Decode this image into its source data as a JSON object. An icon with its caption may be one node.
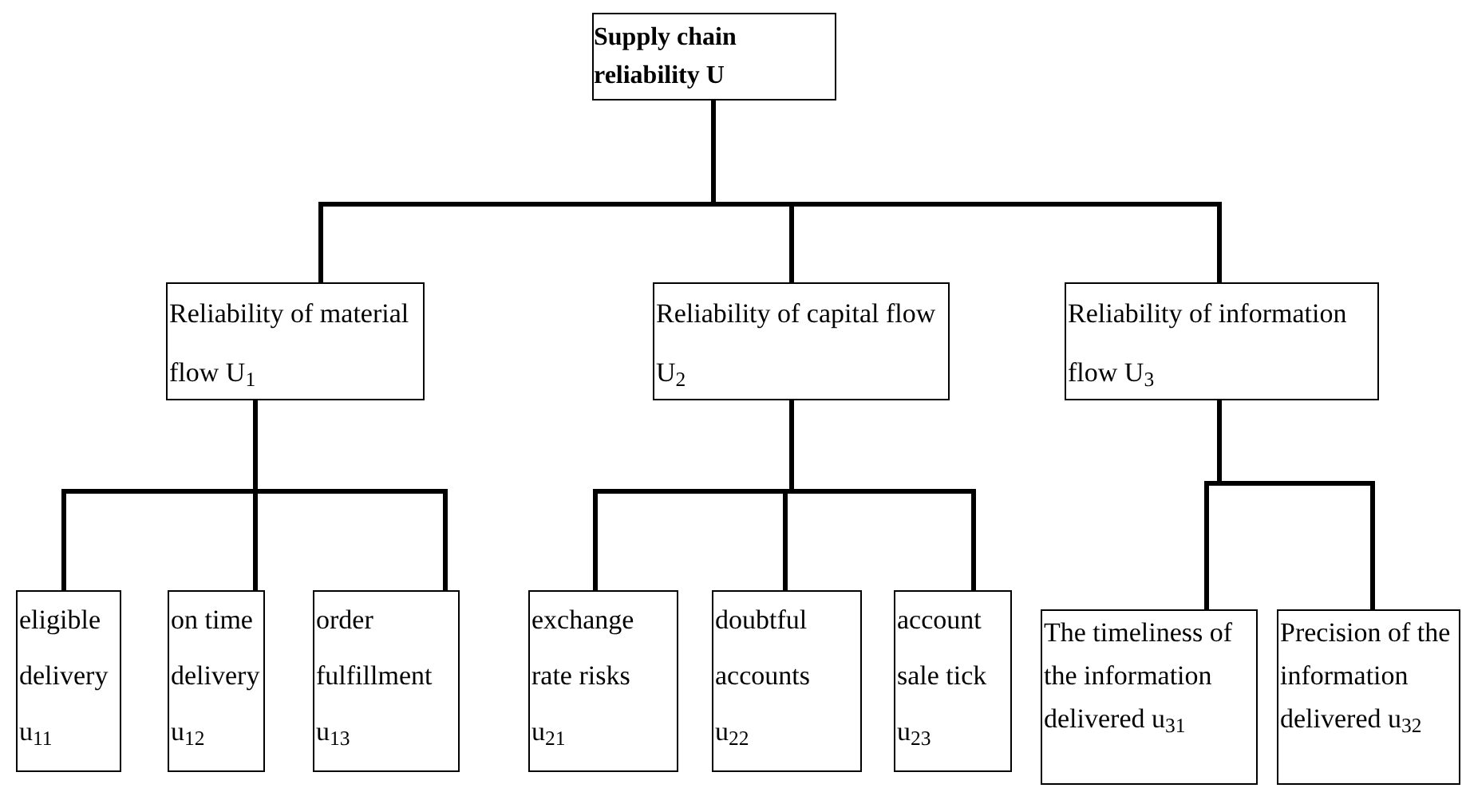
{
  "diagram": {
    "nodes": [
      {
        "text": [
          "Supply chain reliability U"
        ]
      },
      {
        "text": [
          "Reliability of material flow U$_{1}$"
        ]
      },
      {
        "text": [
          "Reliability of capital flow U$_{2}$"
        ]
      },
      {
        "text": [
          "Reliability of information flow U$_{3}$"
        ]
      },
      {
        "text": [
          "eligible delivery",
          "u$_{11}$"
        ]
      },
      {
        "text": [
          "on time delivery",
          "u$_{12}$"
        ]
      },
      {
        "text": [
          "order fulfillment",
          "u$_{13}$"
        ]
      },
      {
        "text": [
          "exchange rate risks",
          "u$_{21}$"
        ]
      },
      {
        "text": [
          "doubtful accounts",
          "u$_{22}$"
        ]
      },
      {
        "text": [
          "account sale tick",
          "u$_{23}$"
        ]
      },
      {
        "text": [
          "The timeliness of the information delivered u$_{31}$"
        ]
      },
      {
        "text": [
          "Precision of the information delivered u$_{32}$"
        ]
      }
    ],
    "edges": [
      {
        "from": 0,
        "to": 1,
        "arrow": "none"
      },
      {
        "from": 0,
        "to": 2,
        "arrow": "none"
      },
      {
        "from": 0,
        "to": 3,
        "arrow": "none"
      },
      {
        "from": 1,
        "to": 4,
        "arrow": "none"
      },
      {
        "from": 1,
        "to": 5,
        "arrow": "none"
      },
      {
        "from": 1,
        "to": 6,
        "arrow": "none"
      },
      {
        "from": 2,
        "to": 7,
        "arrow": "none"
      },
      {
        "from": 2,
        "to": 8,
        "arrow": "none"
      },
      {
        "from": 2,
        "to": 9,
        "arrow": "none"
      },
      {
        "from": 3,
        "to": 10,
        "arrow": "none"
      },
      {
        "from": 3,
        "to": 11,
        "arrow": "none"
      }
    ]
  }
}
